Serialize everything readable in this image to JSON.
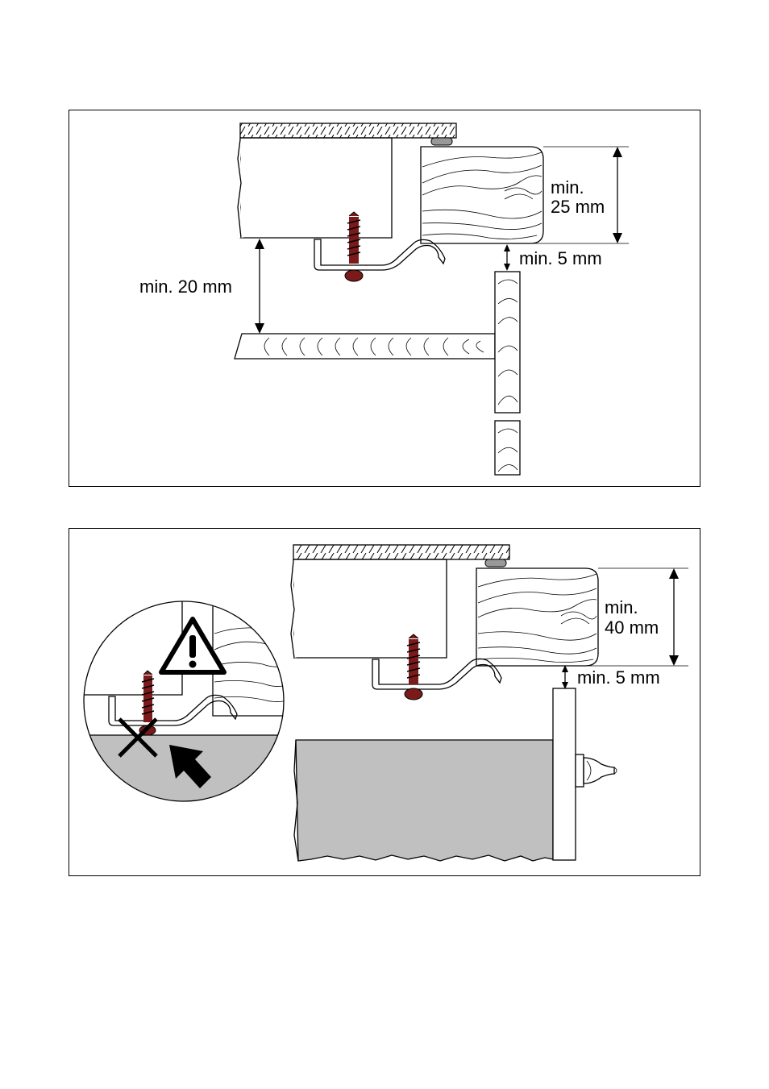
{
  "top_diagram": {
    "label_thickness": [
      "min.",
      "25 mm"
    ],
    "label_gap": "min. 5 mm",
    "label_clearance": "min. 20 mm"
  },
  "bottom_diagram": {
    "label_thickness": [
      "min.",
      "40 mm"
    ],
    "label_gap": "min. 5 mm",
    "warning_symbol": "warning-triangle-icon"
  },
  "colors": {
    "screw": "#7a1a1a",
    "drawer_fill": "#c0c0c0",
    "seal_fill": "#999999"
  }
}
